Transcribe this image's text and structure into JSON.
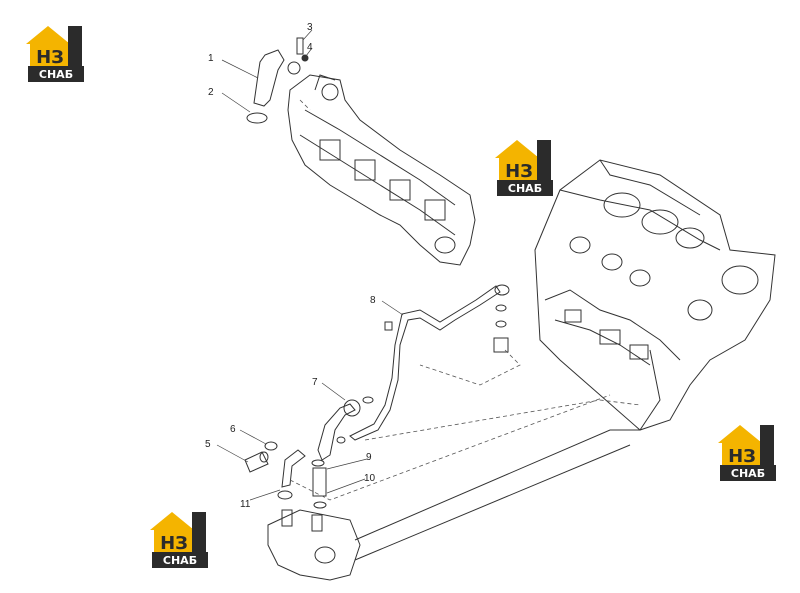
{
  "callouts": {
    "c1": "1",
    "c2": "2",
    "c3": "3",
    "c4": "4",
    "c5": "5",
    "c6": "6",
    "c7": "7",
    "c8": "8",
    "c9": "9",
    "c10": "10",
    "c11": "11"
  },
  "watermark": {
    "mark": "НЗ",
    "text": "СНАБ",
    "color_roof": "#f4b400",
    "color_dark": "#2b2b2b"
  },
  "colors": {
    "line": "#333333",
    "background": "#ffffff"
  }
}
